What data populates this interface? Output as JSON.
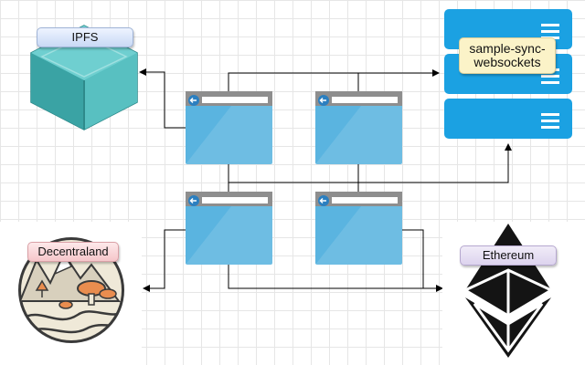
{
  "nodes": {
    "ipfs": {
      "label": "IPFS",
      "icon": "ipfs-cube-icon"
    },
    "server": {
      "label_line1": "sample-sync-",
      "label_line2": "websockets",
      "icon": "server-stack-icon"
    },
    "decentraland": {
      "label": "Decentraland",
      "icon": "decentraland-logo-icon"
    },
    "ethereum": {
      "label": "Ethereum",
      "icon": "ethereum-diamond-icon"
    },
    "browsers": [
      {
        "icon": "browser-window-icon"
      },
      {
        "icon": "browser-window-icon"
      },
      {
        "icon": "browser-window-icon"
      },
      {
        "icon": "browser-window-icon"
      }
    ]
  },
  "colors": {
    "ipfs": "#4cb7b8",
    "server": "#1ba1e2",
    "browser": "#5ab4e0",
    "browser_bar": "#8e8e8e",
    "ethereum": "#141414",
    "decentraland_bg": "#efe9d8",
    "decentraland_accent": "#e98d4f",
    "connector": "#000000"
  }
}
